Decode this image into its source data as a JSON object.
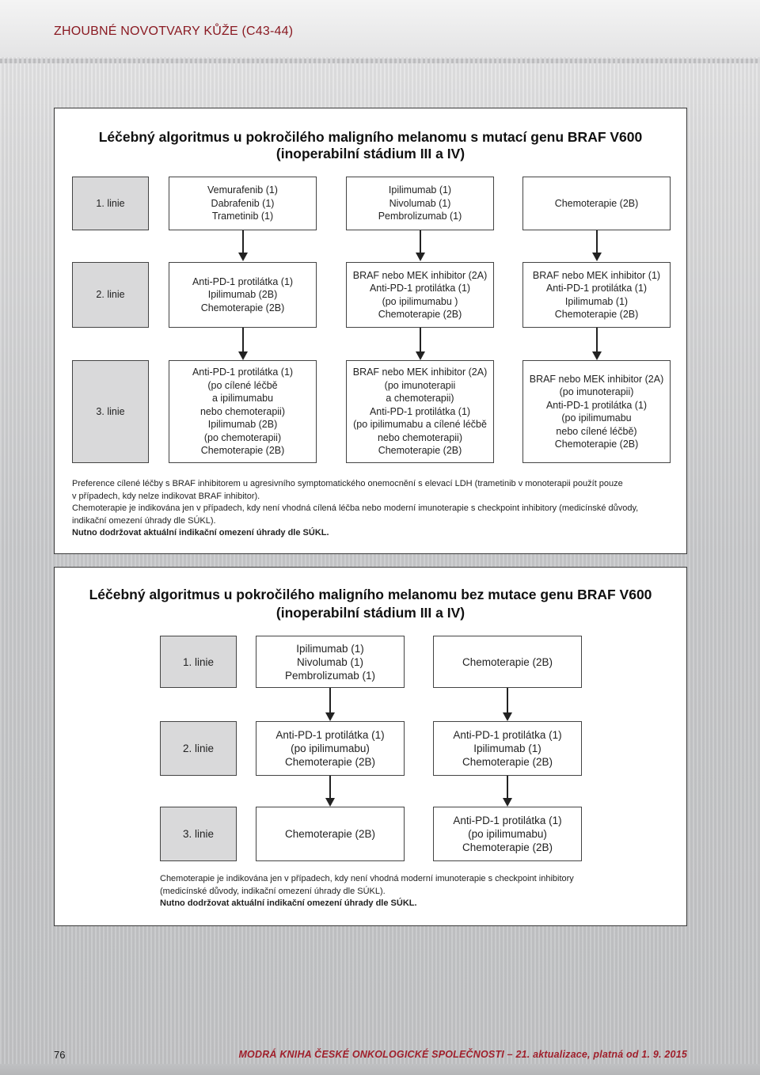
{
  "running_head": "ZHOUBNÉ NOVOTVARY KŮŽE (C43-44)",
  "panel_a": {
    "title_line1": "Léčebný algoritmus u pokročilého maligního melanomu s mutací genu BRAF V600",
    "title_line2": "(inoperabilní stádium III a IV)",
    "rows": [
      {
        "label": "1. linie",
        "cells": [
          [
            "Vemurafenib (1)",
            "Dabrafenib (1)",
            "Trametinib (1)"
          ],
          [
            "Ipilimumab (1)",
            "Nivolumab (1)",
            "Pembrolizumab (1)"
          ],
          [
            "Chemoterapie (2B)"
          ]
        ]
      },
      {
        "label": "2. linie",
        "cells": [
          [
            "Anti-PD-1 protilátka (1)",
            "Ipilimumab (2B)",
            "Chemoterapie (2B)"
          ],
          [
            "BRAF nebo MEK inhibitor (2A)",
            "Anti-PD-1 protilátka (1)",
            "(po ipilimumabu )",
            "Chemoterapie (2B)"
          ],
          [
            "BRAF nebo MEK inhibitor (1)",
            "Anti-PD-1 protilátka (1)",
            "Ipilimumab (1)",
            "Chemoterapie (2B)"
          ]
        ]
      },
      {
        "label": "3. linie",
        "cells": [
          [
            "Anti-PD-1 protilátka (1)",
            "(po cílené léčbě",
            "a ipilimumabu",
            "nebo chemoterapii)",
            "Ipilimumab (2B)",
            "(po chemoterapii)",
            "Chemoterapie (2B)"
          ],
          [
            "BRAF nebo MEK inhibitor (2A)",
            "(po imunoterapii",
            "a chemoterapii)",
            "Anti-PD-1 protilátka (1)",
            "(po ipilimumabu a cílené léčbě",
            "nebo chemoterapii)",
            "Chemoterapie (2B)"
          ],
          [
            "BRAF nebo MEK inhibitor (2A)",
            "(po imunoterapii)",
            "Anti-PD-1 protilátka (1)",
            "(po ipilimumabu",
            "nebo cílené léčbě)",
            "Chemoterapie (2B)"
          ]
        ]
      }
    ],
    "notes": [
      "Preference cílené léčby s BRAF inhibitorem u agresivního symptomatického onemocnění s elevací LDH (trametinib v monoterapii použít pouze",
      "v případech, kdy nelze indikovat BRAF inhibitor).",
      "Chemoterapie je indikována jen v případech, kdy není vhodná cílená léčba nebo moderní imunoterapie s checkpoint inhibitory (medicínské důvody,",
      "indikační omezení úhrady dle SÚKL)."
    ],
    "note_bold": "Nutno dodržovat aktuální indikační omezení úhrady dle  SÚKL."
  },
  "panel_b": {
    "title_line1": "Léčebný algoritmus u pokročilého maligního melanomu bez mutace genu BRAF V600",
    "title_line2": "(inoperabilní stádium III a IV)",
    "rows": [
      {
        "label": "1. linie",
        "cells": [
          [
            "Ipilimumab (1)",
            "Nivolumab (1)",
            "Pembrolizumab (1)"
          ],
          [
            "Chemoterapie (2B)"
          ]
        ]
      },
      {
        "label": "2. linie",
        "cells": [
          [
            "Anti-PD-1 protilátka (1)",
            "(po ipilimumabu)",
            "Chemoterapie (2B)"
          ],
          [
            "Anti-PD-1 protilátka (1)",
            "Ipilimumab (1)",
            "Chemoterapie (2B)"
          ]
        ]
      },
      {
        "label": "3. linie",
        "cells": [
          [
            "Chemoterapie (2B)"
          ],
          [
            "Anti-PD-1 protilátka (1)",
            "(po ipilimumabu)",
            "Chemoterapie (2B)"
          ]
        ]
      }
    ],
    "notes": [
      "Chemoterapie je indikována jen v případech, kdy není vhodná moderní imunoterapie s checkpoint inhibitory",
      "(medicínské důvody, indikační omezení úhrady dle SÚKL)."
    ],
    "note_bold": "Nutno dodržovat aktuální indikační omezení úhrady dle  SÚKL."
  },
  "footer": {
    "page_number": "76",
    "text": "MODRÁ KNIHA ČESKÉ ONKOLOGICKÉ SPOLEČNOSTI – 21. aktualizace, platná od 1. 9. 2015"
  }
}
